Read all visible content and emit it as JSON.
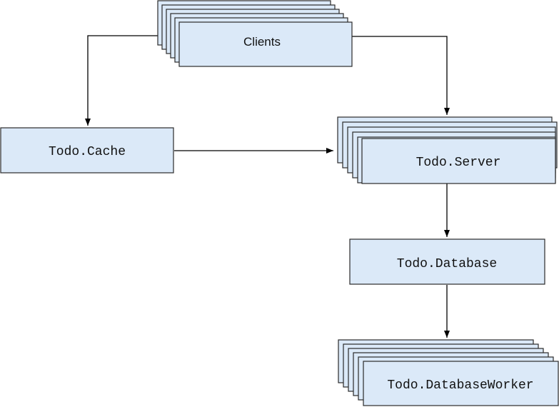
{
  "nodes": {
    "clients": {
      "label": "Clients"
    },
    "cache": {
      "label": "Todo.Cache"
    },
    "server": {
      "label": "Todo.Server"
    },
    "database": {
      "label": "Todo.Database"
    },
    "worker": {
      "label": "Todo.DatabaseWorker"
    }
  },
  "edges": [
    {
      "from": "clients",
      "to": "cache"
    },
    {
      "from": "clients",
      "to": "server"
    },
    {
      "from": "cache",
      "to": "server"
    },
    {
      "from": "server",
      "to": "database"
    },
    {
      "from": "database",
      "to": "worker"
    }
  ],
  "colors": {
    "box_fill": "#dbe9f8",
    "box_stroke": "#2b2b2b",
    "edge": "#000000"
  }
}
